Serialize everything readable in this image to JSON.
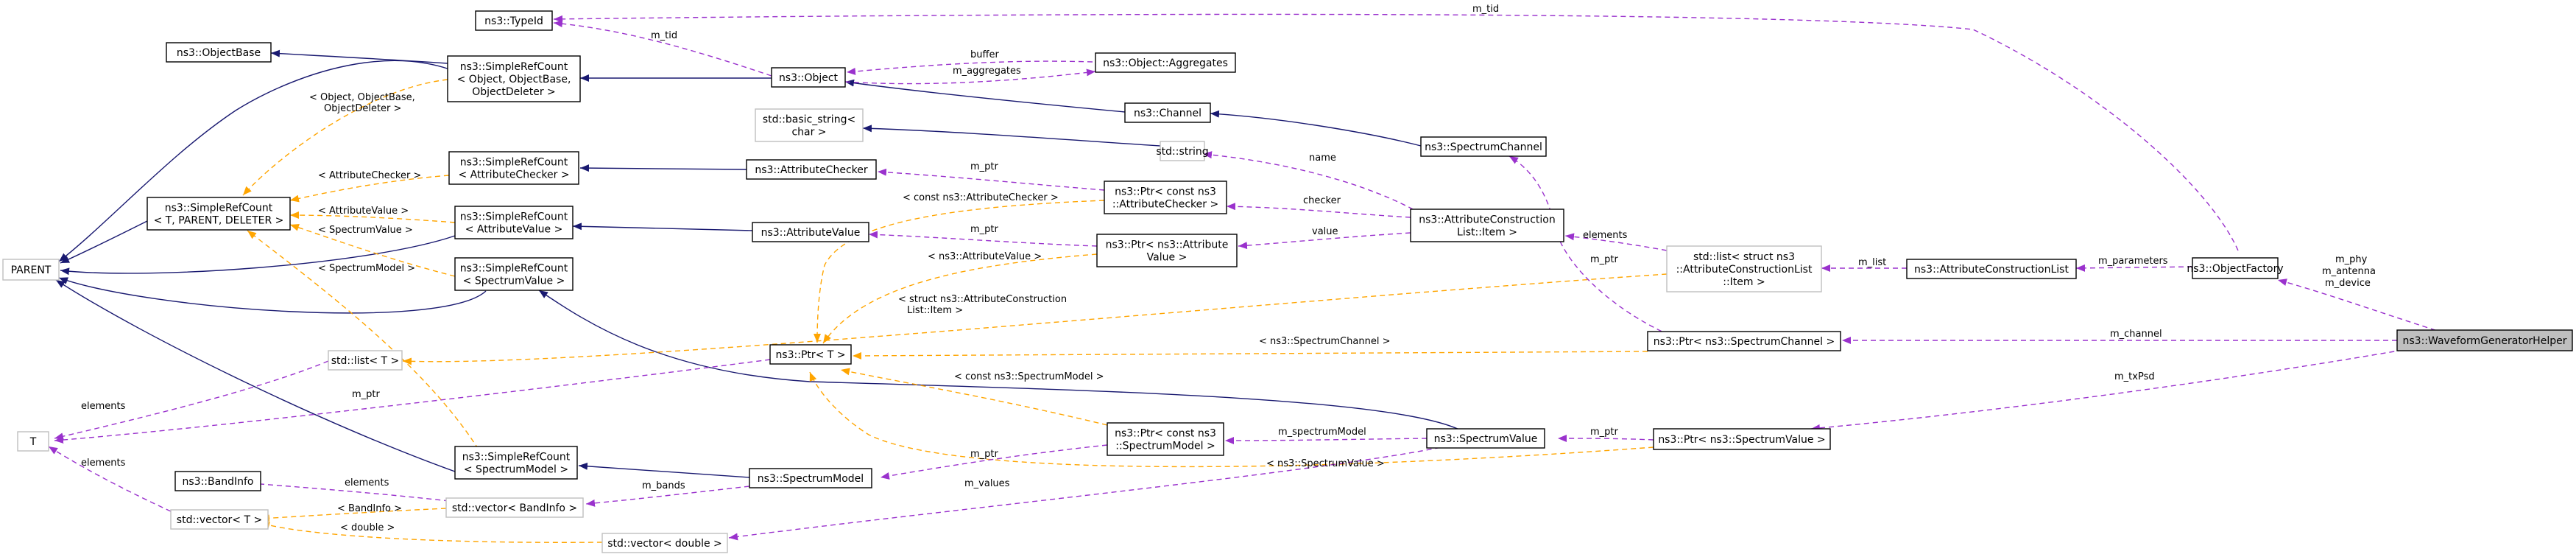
{
  "nodes": {
    "typeid": [
      "ns3::TypeId"
    ],
    "objectbase": [
      "ns3::ObjectBase"
    ],
    "srcObject": [
      "ns3::SimpleRefCount",
      "< Object, ObjectBase,",
      "ObjectDeleter >"
    ],
    "object": [
      "ns3::Object"
    ],
    "aggregates": [
      "ns3::Object::Aggregates"
    ],
    "basicstring": [
      "std::basic_string<",
      "char >"
    ],
    "channel": [
      "ns3::Channel"
    ],
    "stdstring": [
      "std::string"
    ],
    "spectrumchannel": [
      "ns3::SpectrumChannel"
    ],
    "srcChecker": [
      "ns3::SimpleRefCount",
      "< AttributeChecker >"
    ],
    "attrchecker": [
      "ns3::AttributeChecker"
    ],
    "ptrChecker": [
      "ns3::Ptr< const ns3",
      "::AttributeChecker >"
    ],
    "srcGeneric": [
      "ns3::SimpleRefCount",
      "< T, PARENT, DELETER >"
    ],
    "srcValue": [
      "ns3::SimpleRefCount",
      "< AttributeValue >"
    ],
    "attrvalue": [
      "ns3::AttributeValue"
    ],
    "ptrValue": [
      "ns3::Ptr< ns3::Attribute",
      "Value >"
    ],
    "acitem": [
      "ns3::AttributeConstruction",
      "List::Item >"
    ],
    "parent": [
      "PARENT"
    ],
    "stdlistItem": [
      "std::list< struct ns3",
      "::AttributeConstructionList",
      "::Item >"
    ],
    "aclist": [
      "ns3::AttributeConstructionList"
    ],
    "objfactory": [
      "ns3::ObjectFactory"
    ],
    "srcSpectrumValue": [
      "ns3::SimpleRefCount",
      "< SpectrumValue >"
    ],
    "stdlistT": [
      "std::list< T >"
    ],
    "ptrT": [
      "ns3::Ptr< T >"
    ],
    "ptrSpectrumChannel": [
      "ns3::Ptr< ns3::SpectrumChannel >"
    ],
    "wfgh": [
      "ns3::WaveformGeneratorHelper"
    ],
    "T": [
      "T"
    ],
    "srcSpectrumModel": [
      "ns3::SimpleRefCount",
      "< SpectrumModel >"
    ],
    "ptrSpectrumModel": [
      "ns3::Ptr< const ns3",
      "::SpectrumModel >"
    ],
    "spectrumvalue": [
      "ns3::SpectrumValue"
    ],
    "ptrSpectrumValue": [
      "ns3::Ptr< ns3::SpectrumValue >"
    ],
    "baninfo": [
      "ns3::BandInfo"
    ],
    "spectrummodel": [
      "ns3::SpectrumModel"
    ],
    "stdvectorT": [
      "std::vector< T >"
    ],
    "stdvectorBand": [
      "std::vector< BandInfo >"
    ],
    "stdvectorDouble": [
      "std::vector< double >"
    ]
  },
  "edge_labels": {
    "m_tid_top": "m_tid",
    "m_tid_obj": "m_tid",
    "buffer": "buffer",
    "m_aggregates": "m_aggregates",
    "tpl_object": "< Object, ObjectBase,",
    "tpl_object2": "ObjectDeleter >",
    "tpl_checker": "< AttributeChecker >",
    "tpl_value": "< AttributeValue >",
    "tpl_specvalue": "< SpectrumValue >",
    "tpl_specmodel": "< SpectrumModel >",
    "m_ptr_checker": "m_ptr",
    "name": "name",
    "checker": "checker",
    "m_ptr_value": "m_ptr",
    "value": "value",
    "tpl_const_checker": "< const ns3::AttributeChecker >",
    "tpl_attr_value": "< ns3::AttributeValue >",
    "elements_item": "elements",
    "m_ptr_spectrumchannel": "m_ptr",
    "m_list": "m_list",
    "m_parameters": "m_parameters",
    "m_phy": "m_phy",
    "m_antenna": "m_antenna",
    "m_device": "m_device",
    "tpl_struct1": "< struct ns3::AttributeConstruction",
    "tpl_struct2": "List::Item >",
    "tpl_spectrumchannel": "< ns3::SpectrumChannel >",
    "m_channel": "m_channel",
    "elements_T": "elements",
    "m_ptr_T": "m_ptr",
    "tpl_const_model": "< const ns3::SpectrumModel >",
    "m_txPsd": "m_txPsd",
    "m_spectrumModel": "m_spectrumModel",
    "m_ptr_specvalue": "m_ptr",
    "m_ptr_model": "m_ptr",
    "tpl_spectrumvalue": "< ns3::SpectrumValue >",
    "elements_vec": "elements",
    "m_bands": "m_bands",
    "tpl_bandinfo": "< BandInfo >",
    "tpl_double": "< double >",
    "m_values": "m_values"
  },
  "colors": {
    "inheritance": "#191970",
    "usage": "#9a32cd",
    "template": "#ffa500",
    "external_border": "#bfbfbf",
    "highlight_fill": "#bfbfbf"
  }
}
